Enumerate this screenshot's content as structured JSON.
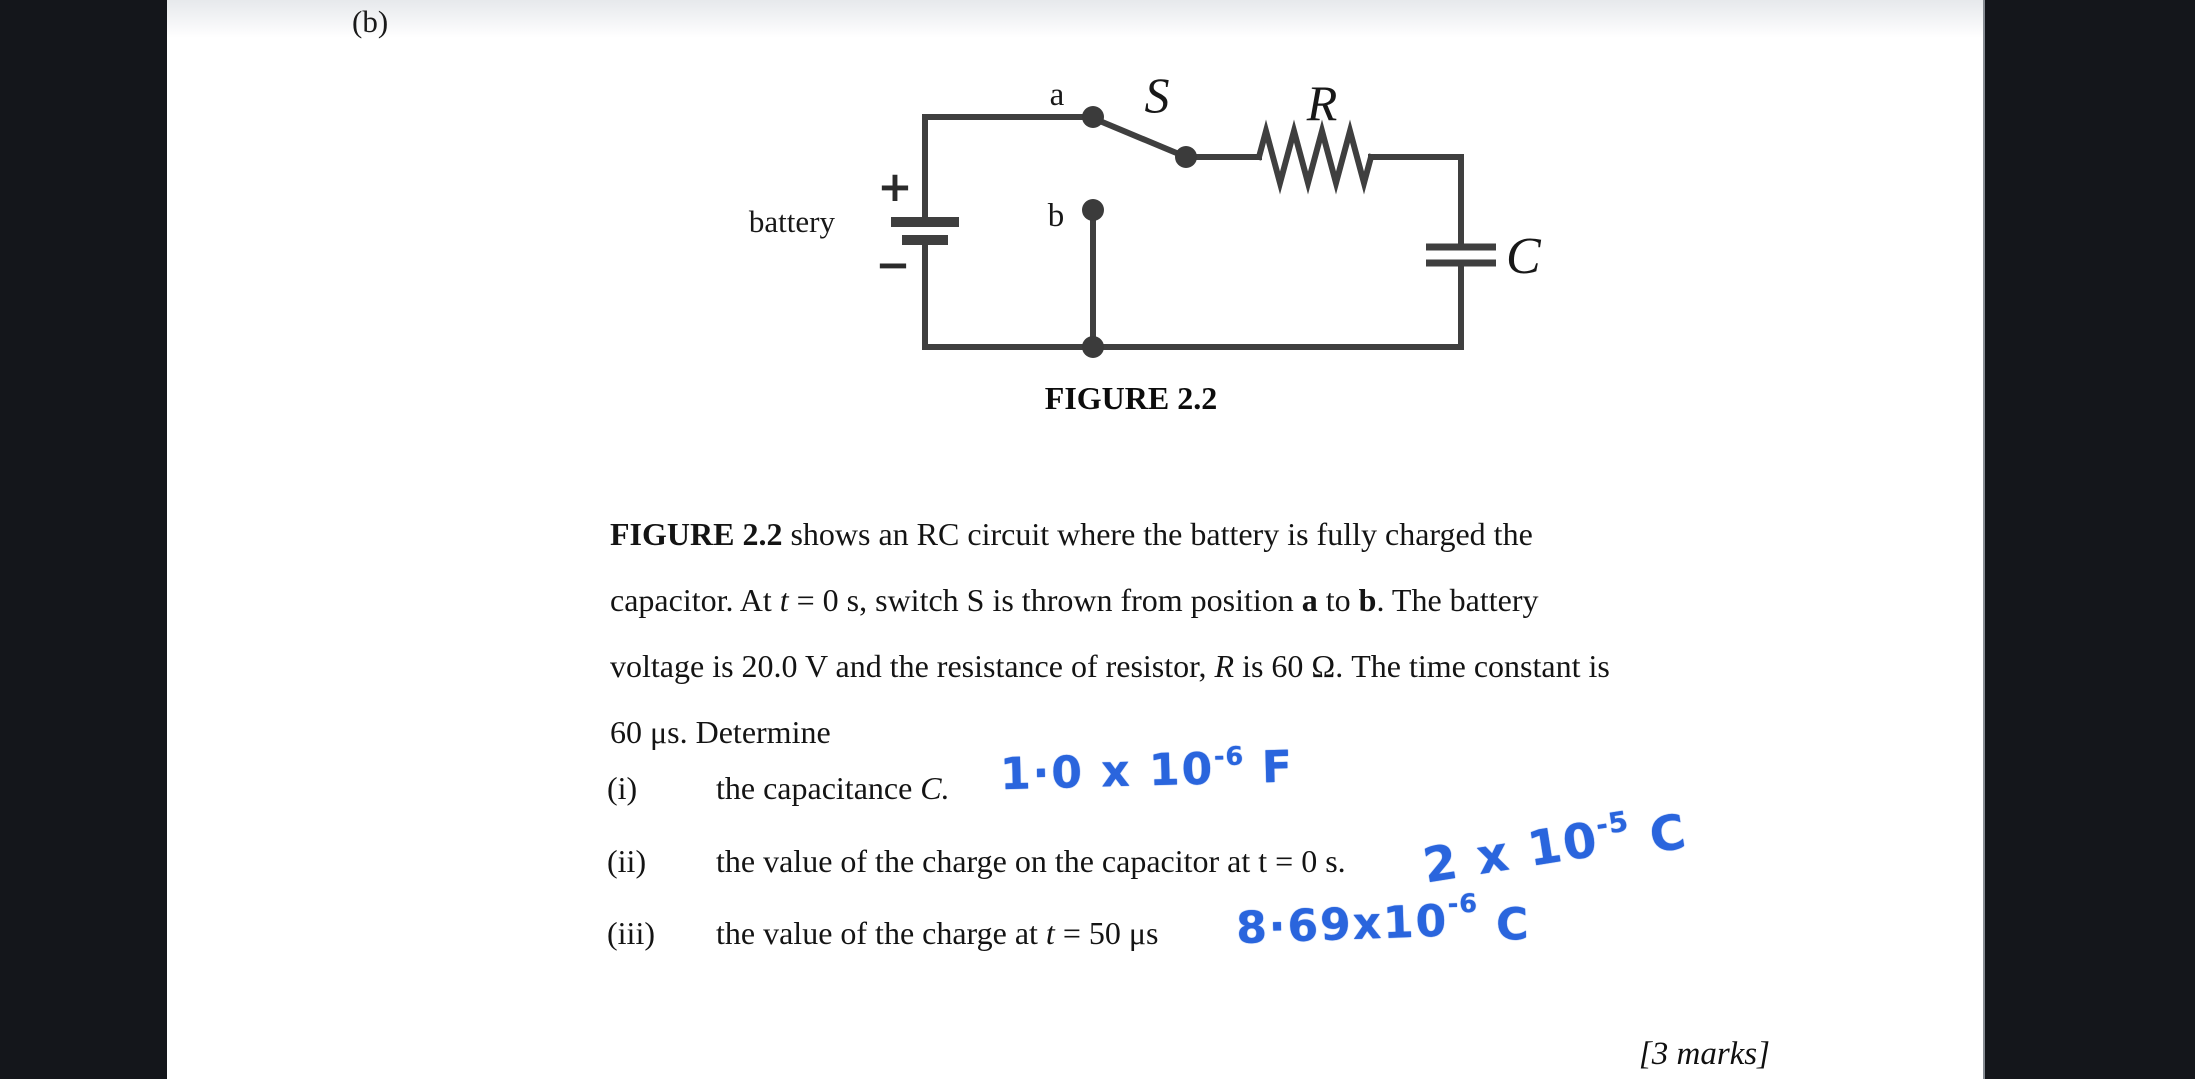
{
  "page": {
    "section_label": "(b)",
    "marks": "[3 marks]"
  },
  "figure": {
    "caption": "FIGURE 2.2",
    "labels": {
      "battery": "battery",
      "plus": "+",
      "minus": "−",
      "point_a": "a",
      "point_b": "b",
      "switch": "S",
      "resistor": "R",
      "capacitor": "C"
    }
  },
  "paragraph": {
    "l1_bold": "FIGURE 2.2",
    "l1_rest": " shows an RC circuit where the battery is fully charged the",
    "l2_a": "capacitor. At ",
    "l2_t": "t",
    "l2_b": " = 0 s, switch S is thrown from position ",
    "l2_pa": "a",
    "l2_c": " to ",
    "l2_pb": "b",
    "l2_d": ". The battery",
    "l3_a": "voltage is 20.0 V and the resistance of resistor, ",
    "l3_r": "R",
    "l3_b": " is 60 Ω. The time constant is",
    "l4": "60 μs. Determine"
  },
  "questions": {
    "q1": {
      "marker": "(i)",
      "text": "the capacitance ",
      "symbol": "C."
    },
    "q2": {
      "marker": "(ii)",
      "text": "the value of the charge on the capacitor at t = 0 s."
    },
    "q3": {
      "marker": "(iii)",
      "text_a": "the value of the charge at ",
      "text_t": "t",
      "text_b": " = 50 μs"
    }
  },
  "answers": {
    "a1": {
      "pre": "1·0 x 10",
      "sup": "-6",
      "unit": " F"
    },
    "a2": {
      "pre": "2 x 10",
      "sup": "-5",
      "unit": " C"
    },
    "a3": {
      "pre": "8·69x10",
      "sup": "-6",
      "unit": " C"
    }
  },
  "colors": {
    "handwriting_ink": "#2a65dd",
    "letterbox": "#14161b",
    "circuit_wire": "#3f3f3f",
    "paper": "#ffffff"
  }
}
